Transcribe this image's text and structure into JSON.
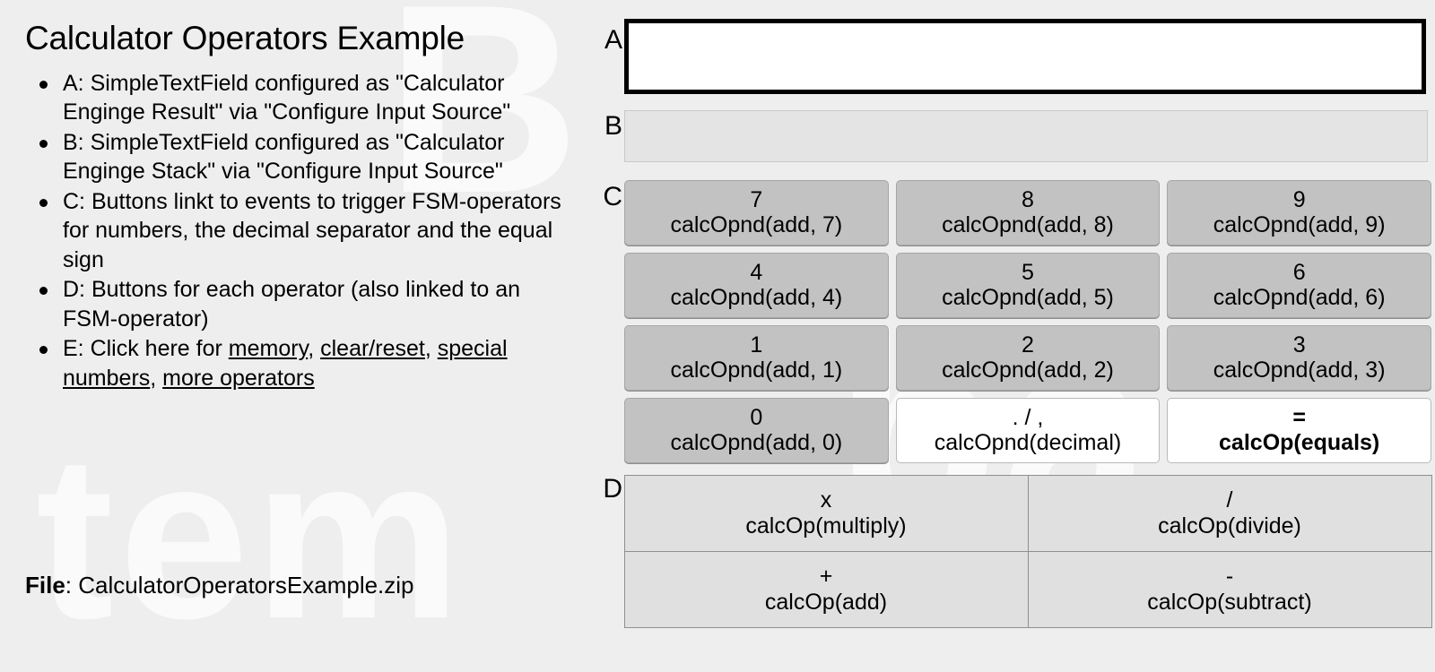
{
  "watermark": {
    "parts": [
      "tem",
      "B",
      "ba"
    ]
  },
  "left": {
    "title": "Calculator Operators Example",
    "bullets": [
      {
        "id": "A",
        "text": "A: SimpleTextField configured as \"Calculator Enginge Result\" via \"Configure Input Source\""
      },
      {
        "id": "B",
        "text": "B: SimpleTextField configured as \"Calculator Enginge Stack\" via \"Configure Input Source\""
      },
      {
        "id": "C",
        "text": "C: Buttons linkt to events to trigger FSM-operators for numbers, the decimal separator and the equal sign"
      },
      {
        "id": "D",
        "text": "D: Buttons for each operator (also linked to an FSM-operator)"
      }
    ],
    "bullet_e": {
      "prefix": "E: Click here for ",
      "links": [
        "memory",
        "clear/reset",
        "special numbers",
        "more operators"
      ],
      "sep1": ", ",
      "sep2": ", ",
      "sep3": ", "
    },
    "file": {
      "label": "File",
      "colon": ": ",
      "name": "CalculatorOperatorsExample.zip"
    }
  },
  "right": {
    "labels": {
      "a": "A",
      "b": "B",
      "c": "C",
      "d": "D"
    },
    "field_a": {
      "value": "",
      "placeholder": ""
    },
    "field_b": {
      "value": "",
      "placeholder": ""
    },
    "keypad": [
      {
        "glyph": "7",
        "code": "calcOpnd(add, 7)",
        "style": "digit"
      },
      {
        "glyph": "8",
        "code": "calcOpnd(add, 8)",
        "style": "digit"
      },
      {
        "glyph": "9",
        "code": "calcOpnd(add, 9)",
        "style": "digit"
      },
      {
        "glyph": "4",
        "code": "calcOpnd(add, 4)",
        "style": "digit"
      },
      {
        "glyph": "5",
        "code": "calcOpnd(add, 5)",
        "style": "digit"
      },
      {
        "glyph": "6",
        "code": "calcOpnd(add, 6)",
        "style": "digit"
      },
      {
        "glyph": "1",
        "code": "calcOpnd(add, 1)",
        "style": "digit"
      },
      {
        "glyph": "2",
        "code": "calcOpnd(add, 2)",
        "style": "digit"
      },
      {
        "glyph": "3",
        "code": "calcOpnd(add, 3)",
        "style": "digit"
      },
      {
        "glyph": "0",
        "code": "calcOpnd(add, 0)",
        "style": "digit"
      },
      {
        "glyph": ". / ,",
        "code": "calcOpnd(decimal)",
        "style": "plain"
      },
      {
        "glyph": "=",
        "code": "calcOp(equals)",
        "style": "plain bold"
      }
    ],
    "operators": [
      {
        "glyph": "x",
        "code": "calcOp(multiply)"
      },
      {
        "glyph": "/",
        "code": "calcOp(divide)"
      },
      {
        "glyph": "+",
        "code": "calcOp(add)"
      },
      {
        "glyph": "-",
        "code": "calcOp(subtract)"
      }
    ]
  },
  "colors": {
    "background": "#eeeeee",
    "digit_key": "#c2c2c2",
    "plain_key": "#ffffff",
    "operator_key": "#e0e0e0",
    "field_a_border": "#000000",
    "field_b_fill": "#e4e4e4"
  }
}
